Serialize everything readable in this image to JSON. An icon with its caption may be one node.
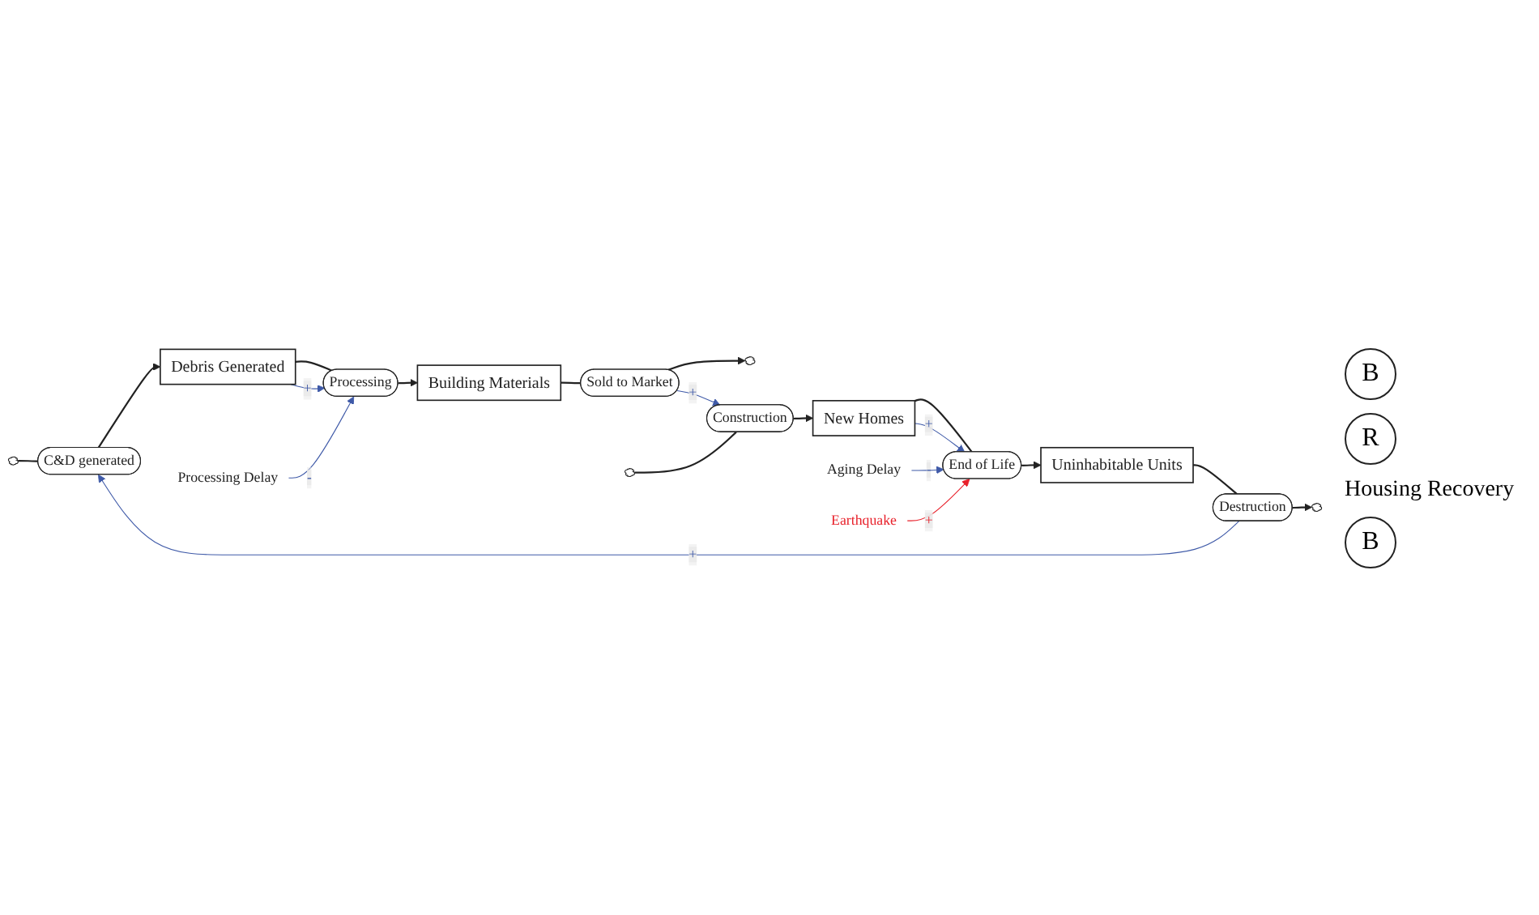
{
  "diagram": {
    "nodes": [
      {
        "text": [],
        "shape": "cloud"
      },
      {
        "text": [
          "C&D generated"
        ]
      },
      {
        "text": [
          "Debris Generated"
        ]
      },
      {
        "text": [
          "Processing"
        ]
      },
      {
        "text": [
          "Building Materials"
        ]
      },
      {
        "text": [
          "Sold to Market"
        ]
      },
      {
        "text": [],
        "shape": "cloud"
      },
      {
        "text": [
          "Processing Delay"
        ]
      },
      {
        "text": [],
        "shape": "cloud"
      },
      {
        "text": [
          "Destruction"
        ]
      },
      {
        "text": [
          "Uninhabitable Units"
        ]
      },
      {
        "text": [
          "End of Life"
        ]
      },
      {
        "text": [
          "New Homes"
        ]
      },
      {
        "text": [
          "Construction"
        ]
      },
      {
        "text": [],
        "shape": "cloud"
      },
      {
        "text": [
          "Aging Delay"
        ]
      },
      {
        "text": [
          "Earthquake"
        ]
      }
    ],
    "edges": [
      {
        "from": 0,
        "to": 1,
        "arrow": "none"
      },
      {
        "from": 1,
        "to": 2,
        "arrow": "to"
      },
      {
        "from": 2,
        "to": 3,
        "arrow": "none"
      },
      {
        "from": 3,
        "to": 4,
        "arrow": "to"
      },
      {
        "from": 4,
        "to": 5,
        "arrow": "none"
      },
      {
        "from": 5,
        "to": 6,
        "arrow": "to"
      },
      {
        "from": 14,
        "to": 13,
        "arrow": "none"
      },
      {
        "from": 13,
        "to": 12,
        "arrow": "to"
      },
      {
        "from": 12,
        "to": 11,
        "arrow": "none"
      },
      {
        "from": 11,
        "to": 10,
        "arrow": "to"
      },
      {
        "from": 10,
        "to": 9,
        "arrow": "none"
      },
      {
        "from": 9,
        "to": 8,
        "arrow": "to"
      },
      {
        "from": 2,
        "to": 3,
        "arrow": "to",
        "label": "+",
        "color": "#3f5aa8"
      },
      {
        "from": 7,
        "to": 3,
        "arrow": "to",
        "label": "-",
        "color": "#3f5aa8"
      },
      {
        "from": 5,
        "to": 13,
        "arrow": "to",
        "label": "+",
        "color": "#3f5aa8"
      },
      {
        "from": 12,
        "to": 11,
        "arrow": "to",
        "label": "+",
        "color": "#3f5aa8"
      },
      {
        "from": 15,
        "to": 11,
        "arrow": "to",
        "label": "-",
        "color": "#3f5aa8"
      },
      {
        "from": 16,
        "to": 11,
        "arrow": "to",
        "label": "+",
        "color": "#e8202a"
      },
      {
        "from": 9,
        "to": 1,
        "arrow": "to",
        "label": "+",
        "color": "#3f5aa8"
      }
    ],
    "labels": [
      "B",
      "R",
      "Housing Recovery",
      "B"
    ]
  }
}
